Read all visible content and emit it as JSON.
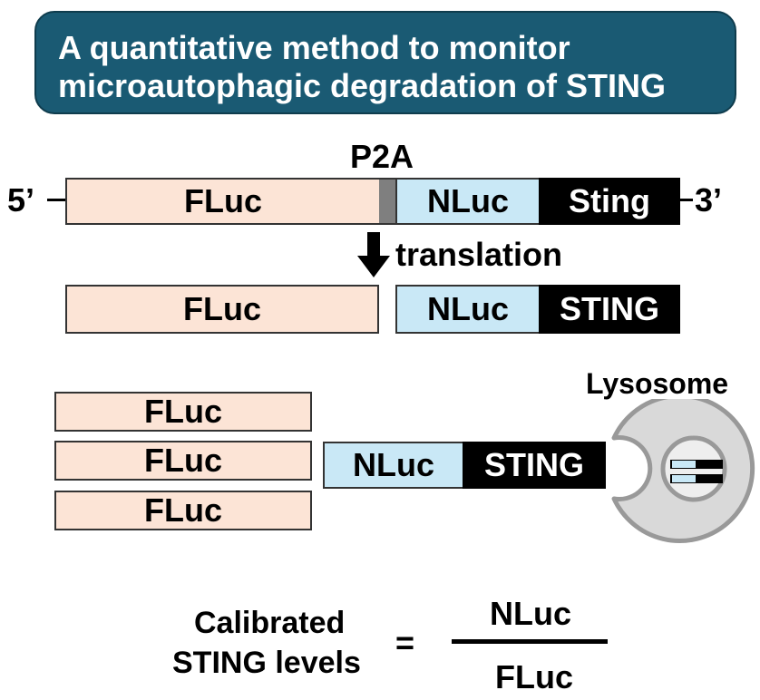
{
  "title": {
    "line1": "A quantitative method to monitor",
    "line2": "microautophagic degradation of STING"
  },
  "construct": {
    "p2a_label": "P2A",
    "five_prime": "5’",
    "three_prime": "3’",
    "fluc": "FLuc",
    "nluc": "NLuc",
    "sting": "Sting"
  },
  "translation_label": "translation",
  "products": {
    "fluc": "FLuc",
    "nluc": "NLuc",
    "sting": "STING"
  },
  "degradation": {
    "fluc_stack": [
      "FLuc",
      "FLuc",
      "FLuc"
    ],
    "nluc": "NLuc",
    "sting": "STING",
    "lysosome_label": "Lysosome"
  },
  "formula": {
    "lhs_line1": "Calibrated",
    "lhs_line2": "STING levels",
    "equals": "=",
    "numerator": "NLuc",
    "denominator": "FLuc"
  },
  "colors": {
    "title_bg": "#1a5a73",
    "fluc": "#fce4d6",
    "nluc": "#c9e8f6",
    "sting": "#000000",
    "p2a": "#7f7f7f",
    "lysosome": "#d9d9d9"
  }
}
